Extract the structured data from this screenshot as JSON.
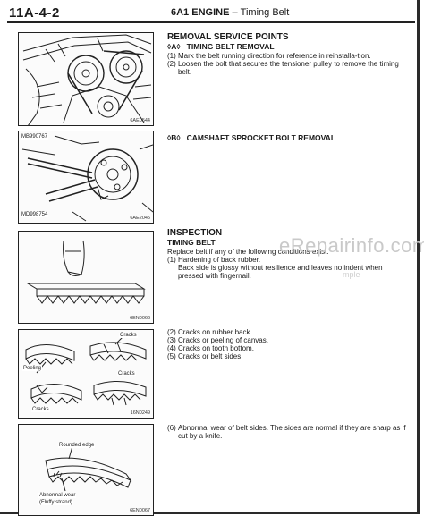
{
  "header": {
    "section": "11A-4-2",
    "engine": "6A1 ENGINE",
    "dash": "–",
    "subject": "Timing Belt"
  },
  "watermark": {
    "site": "eRepairinfo.com",
    "sample": "mple"
  },
  "removal": {
    "heading": "REMOVAL SERVICE POINTS",
    "a_marker": "◊A◊",
    "a_title": "TIMING BELT REMOVAL",
    "a_items": [
      {
        "num": "(1)",
        "text": "Mark the belt running direction for reference in reinstalla-tion."
      },
      {
        "num": "(2)",
        "text": "Loosen the bolt that secures the tensioner pulley to remove the timing belt."
      }
    ],
    "b_marker": "◊B◊",
    "b_title": "CAMSHAFT SPROCKET BOLT REMOVAL"
  },
  "inspection": {
    "heading": "INSPECTION",
    "subheading": "TIMING BELT",
    "intro": "Replace belt if any of the following conditions exist.",
    "item1_num": "(1)",
    "item1_text": "Hardening of back rubber.",
    "item1_sub": "Back side is glossy without resilience and leaves no indent when pressed with fingernail.",
    "items_group2": [
      {
        "num": "(2)",
        "text": "Cracks on rubber back."
      },
      {
        "num": "(3)",
        "text": "Cracks or peeling of canvas."
      },
      {
        "num": "(4)",
        "text": "Cracks on tooth bottom."
      },
      {
        "num": "(5)",
        "text": "Cracks or belt sides."
      }
    ],
    "item6_num": "(6)",
    "item6_text": "Abnormal wear of belt sides. The sides are normal if they are sharp as if cut by a knife."
  },
  "figures": {
    "fig1_code": "6AE0544",
    "fig2_code": "6AE2045",
    "fig2_tool_top": "MB990767",
    "fig2_tool_bottom": "MD998754",
    "fig3_code": "6EN0066",
    "fig4_code": "16N0249",
    "fig4_label_cracks1": "Cracks",
    "fig4_label_peeling": "Peeling",
    "fig4_label_cracks2": "Cracks",
    "fig4_label_cracks3": "Cracks",
    "fig5_code": "6EN0067",
    "fig5_label_edge": "Rounded edge",
    "fig5_label_wear": "Abnormal wear",
    "fig5_label_strand": "(Fluffy strand)"
  }
}
